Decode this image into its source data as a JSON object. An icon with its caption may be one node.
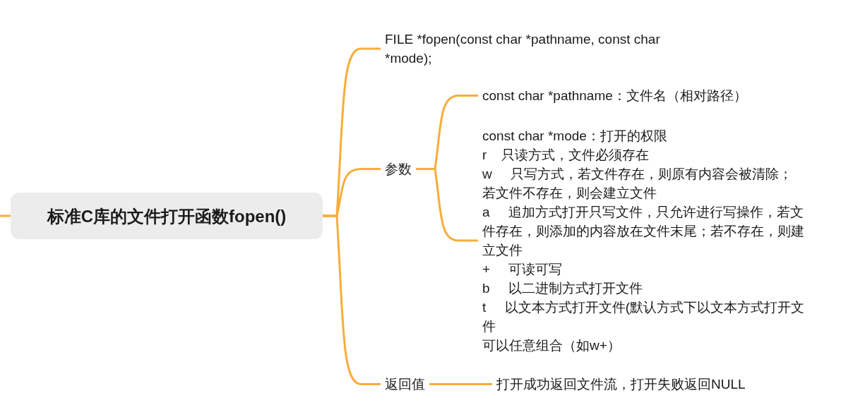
{
  "diagram": {
    "nodes": [
      {
        "text": [
          "标准C库的文件打开函数fopen()"
        ]
      },
      {
        "text": [
          "FILE *fopen(const char *pathname, const char *mode);"
        ]
      },
      {
        "text": [
          "参数"
        ]
      },
      {
        "text": [
          "const char *pathname：文件名（相对路径）"
        ]
      },
      {
        "text": [
          "const char *mode：打开的权限",
          "r    只读方式，文件必须存在",
          "w     只写方式，若文件存在，则原有内容会被清除；若文件不存在，则会建立文件",
          "a     追加方式打开只写文件，只允许进行写操作，若文件存在，则添加的内容放在文件末尾；若不存在，则建立文件",
          "+     可读可写",
          "b     以二进制方式打开文件",
          "t     以文本方式打开文件(默认方式下以文本方式打开文件",
          "可以任意组合（如w+）"
        ]
      },
      {
        "text": [
          "返回值"
        ]
      },
      {
        "text": [
          "打开成功返回文件流，打开失败返回NULL"
        ]
      }
    ],
    "edges": [
      {
        "from": null,
        "to": 0,
        "arrow": "none"
      },
      {
        "from": 0,
        "to": 1,
        "arrow": "none"
      },
      {
        "from": 0,
        "to": 2,
        "arrow": "none"
      },
      {
        "from": 0,
        "to": 5,
        "arrow": "none"
      },
      {
        "from": 2,
        "to": 3,
        "arrow": "none"
      },
      {
        "from": 2,
        "to": 4,
        "arrow": "none"
      },
      {
        "from": 5,
        "to": 6,
        "arrow": "none"
      }
    ]
  }
}
